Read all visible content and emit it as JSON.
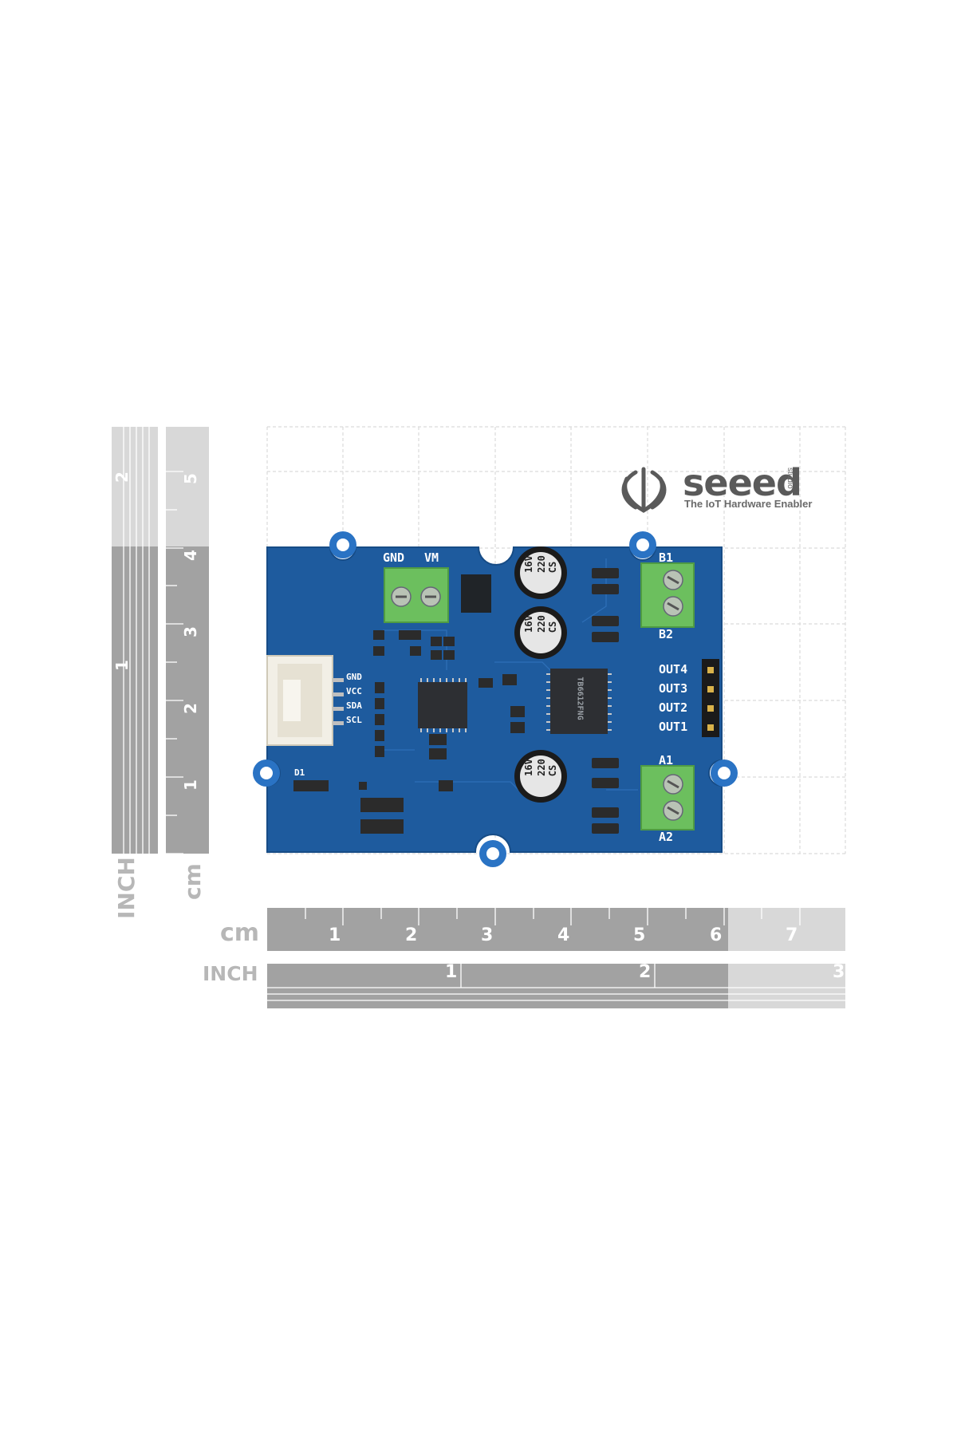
{
  "logo": {
    "brand": "seeed",
    "sub": "studio",
    "tagline": "The IoT Hardware Enabler"
  },
  "rulers": {
    "vertical_inch_label": "INCH",
    "vertical_cm_label": "cm",
    "horizontal_cm_label": "cm",
    "horizontal_inch_label": "INCH",
    "vertical_inch_ticks": [
      "2",
      "1"
    ],
    "vertical_cm_ticks": [
      "5",
      "4",
      "3",
      "2",
      "1"
    ],
    "horizontal_cm_ticks": [
      "1",
      "2",
      "3",
      "4",
      "5",
      "6",
      "7"
    ],
    "horizontal_inch_ticks": [
      "1",
      "2",
      "3"
    ]
  },
  "board": {
    "power_terminal": [
      "GND",
      "VM"
    ],
    "motor_terminal_top": [
      "B1",
      "B2"
    ],
    "motor_terminal_bottom": [
      "A1",
      "A2"
    ],
    "grove_pins": [
      "GND",
      "VCC",
      "SDA",
      "SCL"
    ],
    "out_pins": [
      "OUT4",
      "OUT3",
      "OUT2",
      "OUT1"
    ],
    "led_label": "D1",
    "cap_text": [
      "16V",
      "220",
      "CS"
    ],
    "driver_chip_text": [
      "TB6612FNG"
    ],
    "colors": {
      "pcb": "#1e5b9e",
      "terminal": "#6cbf5e",
      "connector": "#f2efe6"
    }
  }
}
